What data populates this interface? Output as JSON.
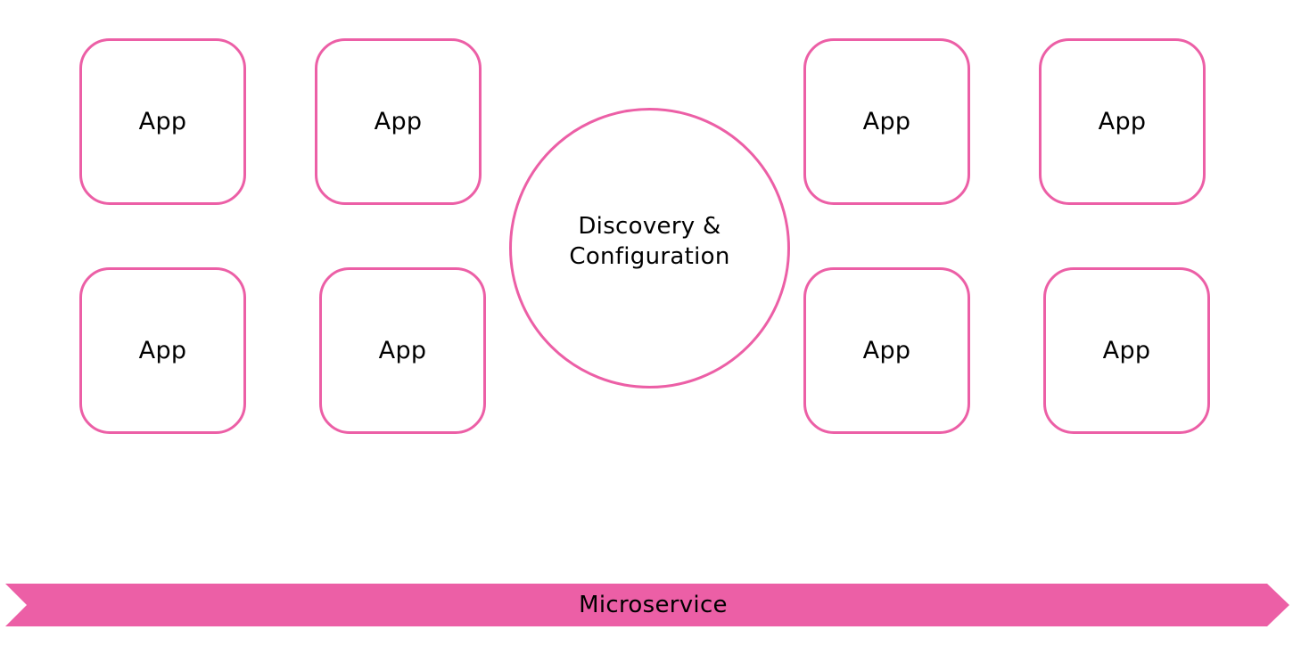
{
  "colors": {
    "accent": "#ec5fa6",
    "text": "#000000",
    "background": "#ffffff"
  },
  "apps": [
    {
      "label": "App"
    },
    {
      "label": "App"
    },
    {
      "label": "App"
    },
    {
      "label": "App"
    },
    {
      "label": "App"
    },
    {
      "label": "App"
    },
    {
      "label": "App"
    },
    {
      "label": "App"
    }
  ],
  "hub": {
    "line1": "Discovery &",
    "line2": "Configuration"
  },
  "banner": {
    "label": "Microservice"
  }
}
